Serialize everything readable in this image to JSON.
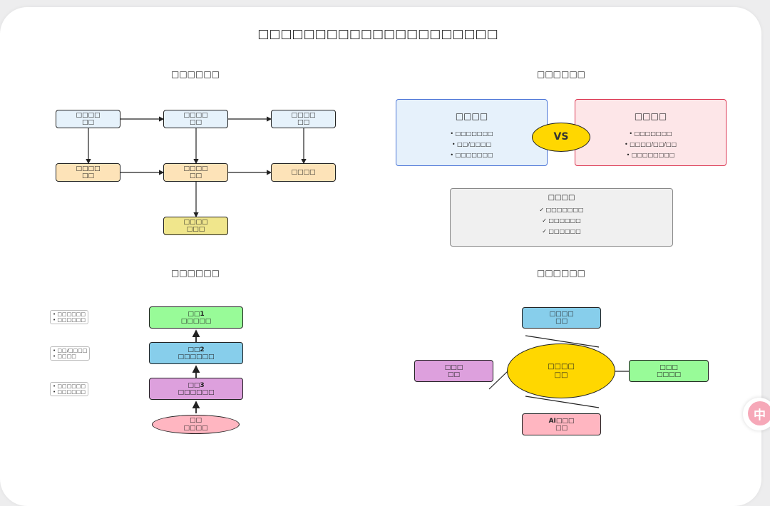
{
  "title": "□□□□□□□□□□□□□□□□□□□□□",
  "sections": {
    "flow": "□□□□□□",
    "compare": "□□□□□□",
    "layers": "□□□□□□",
    "hub": "□□□□□□"
  },
  "flow": {
    "r1c1": [
      "□□□□",
      "□□"
    ],
    "r1c2": [
      "□□□□",
      "□□"
    ],
    "r1c3": [
      "□□□□",
      "□□"
    ],
    "r2c1": [
      "□□□□",
      "□□"
    ],
    "r2c2": [
      "□□□□",
      "□□"
    ],
    "r2c3": [
      "□□□□"
    ],
    "r3c2": [
      "□□□□",
      "□□□"
    ]
  },
  "compare": {
    "left": {
      "title": "□□□□",
      "items": [
        "• □□□□□□□",
        "• □□/□□□□",
        "• □□□□□□□"
      ]
    },
    "vs": "VS",
    "right": {
      "title": "□□□□",
      "items": [
        "• □□□□□□□",
        "• □□□□/□□/□□",
        "• □□□□□□□□"
      ]
    },
    "bottom": {
      "title": "□□□□",
      "items": [
        "✓ □□□□□□□",
        "✓ □□□□□□",
        "✓ □□□□□□"
      ]
    }
  },
  "layers": {
    "layer1": [
      "□□1",
      "□□□□□"
    ],
    "layer2": [
      "□□2",
      "□□□□□□"
    ],
    "layer3": [
      "□□3",
      "□□□□□□"
    ],
    "base": [
      "□□",
      "□□□□"
    ],
    "notes": [
      [
        "• □□□□□□",
        "• □□□□□□"
      ],
      [
        "• □□/□□□□",
        "• □□□□"
      ],
      [
        "• □□□□□□",
        "• □□□□□□"
      ]
    ]
  },
  "hub": {
    "center": [
      "□□□□",
      "□□"
    ],
    "top": [
      "□□□□",
      "□□"
    ],
    "left": [
      "□□□",
      "□□"
    ],
    "right": [
      "□□□",
      "□□□□"
    ],
    "bottom": [
      "AI□□□",
      "□□"
    ]
  },
  "colors": {
    "blue_light": "#e6f2fb",
    "orange_light": "#fde3b8",
    "yellow_box": "#f0e68c",
    "green": "#98fb98",
    "sky": "#87ceeb",
    "plum": "#dda0dd",
    "pink": "#ffb6c1",
    "gold": "#ffd700",
    "compare_left_bg": "#e6f1fb",
    "compare_left_border": "#4f78d8",
    "compare_right_bg": "#fde6e8",
    "compare_right_border": "#dc3a55",
    "summary_bg": "#f0f0f0"
  },
  "translate_icon": "中"
}
